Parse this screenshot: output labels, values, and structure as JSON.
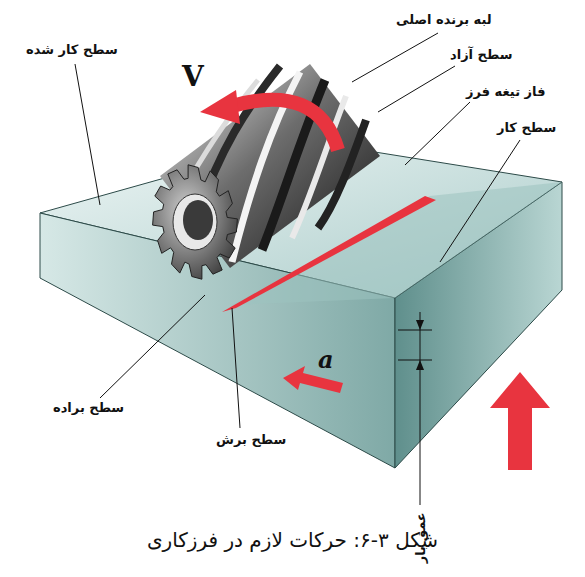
{
  "diagram": {
    "caption": "شکل ۳-۶: حرکات لازم در فرزکاری",
    "labels": [
      "لبه برنده اصلی",
      "سطح آزاد",
      "فاز تیغه فرز",
      "سطح کار",
      "سطح کار شده",
      "V",
      "a",
      "سطح براده",
      "سطح برش",
      "عمق بار"
    ]
  }
}
